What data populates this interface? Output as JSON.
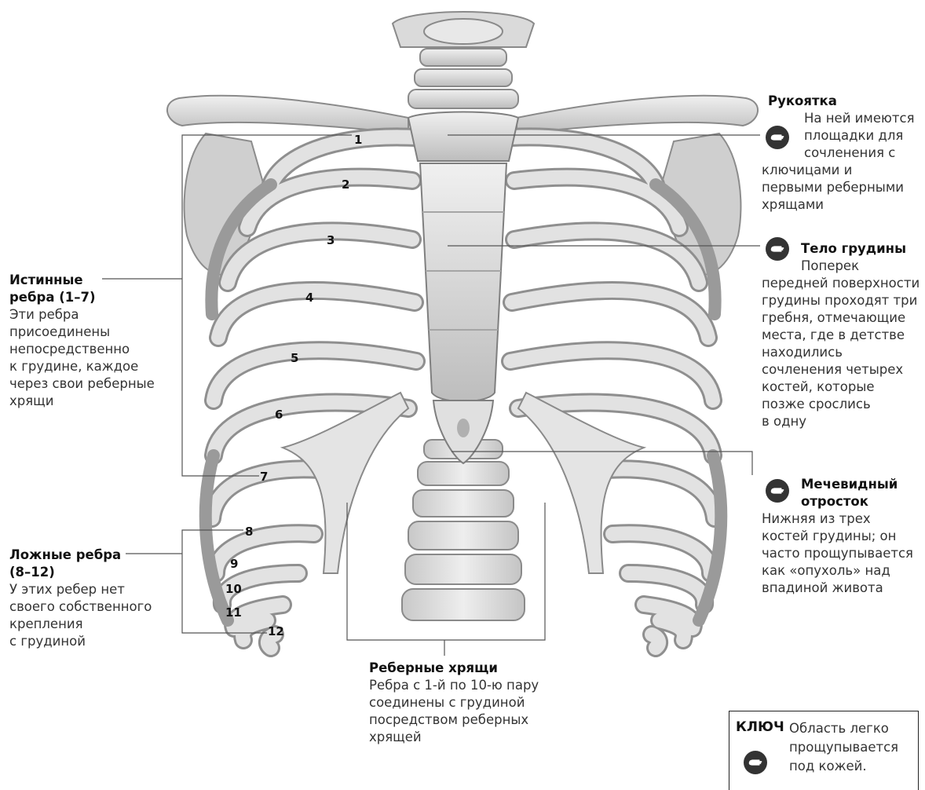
{
  "labels": {
    "manubrium": {
      "title": "Рукоятка",
      "lines": [
        "На ней имеются",
        "площадки для",
        "сочленения с",
        "ключицами и",
        "первыми реберными",
        "хрящами"
      ]
    },
    "sternum_body": {
      "title": "Тело грудины",
      "lines": [
        "Поперек",
        "передней поверхности",
        "грудины проходят три",
        "гребня, отмечающие",
        "места, где в детстве",
        "находились",
        "сочленения четырех",
        "костей, которые",
        "позже срослись",
        "в одну"
      ]
    },
    "xiphoid": {
      "title_lines": [
        "Мечевидный",
        "отросток"
      ],
      "lines": [
        "Нижняя из трех",
        "костей грудины; он",
        "часто прощупывается",
        "как «опухоль» над",
        "впадиной живота"
      ]
    },
    "true_ribs": {
      "title_lines": [
        "Истинные",
        "ребра (1–7)"
      ],
      "lines": [
        "Эти ребра",
        "присоединены",
        "непосредственно",
        "к грудине, каждое",
        "через свои реберные",
        "хрящи"
      ]
    },
    "false_ribs": {
      "title_lines": [
        "Ложные ребра",
        "(8–12)"
      ],
      "lines": [
        "У этих ребер нет",
        "своего собственного",
        "крепления",
        "с грудиной"
      ]
    },
    "cartilage": {
      "title": "Реберные хрящи",
      "lines": [
        "Ребра с 1-й по 10-ю пару",
        "соединены с грудиной",
        "посредством реберных",
        "хрящей"
      ]
    }
  },
  "rib_numbers": [
    "1",
    "2",
    "3",
    "4",
    "5",
    "6",
    "7",
    "8",
    "9",
    "10",
    "11",
    "12"
  ],
  "key": {
    "word": "КЛЮЧ",
    "lines": [
      "Область легко",
      "прощупывается",
      "под кожей."
    ]
  },
  "icons": [
    "palpation-hand-icon"
  ],
  "colors": {
    "bone": "#dcdcdc",
    "bone_shadow": "#a8a8a8",
    "cartilage": "#e6e6e6",
    "line": "#555555"
  }
}
